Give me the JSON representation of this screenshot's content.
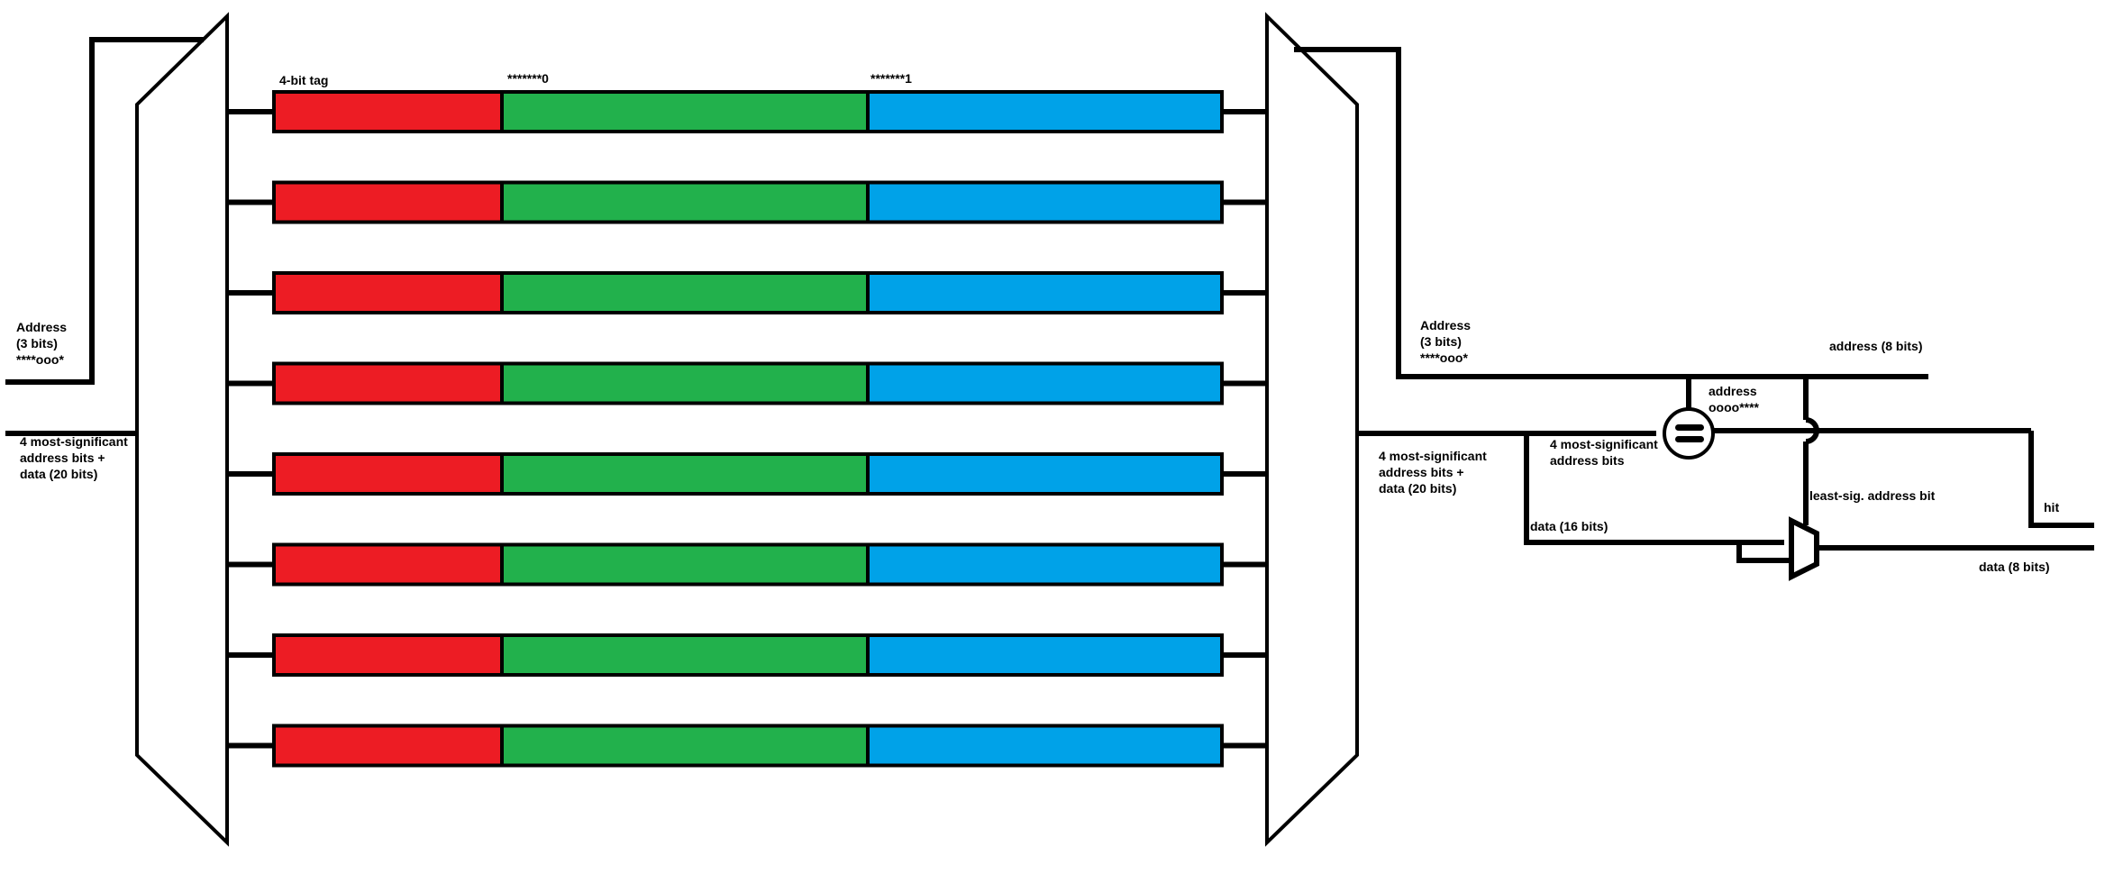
{
  "colors": {
    "tag": "#ed1c24",
    "word0": "#22b14c",
    "word1": "#00a2e8",
    "line": "#000000",
    "background": "#ffffff"
  },
  "cache": {
    "rows": 8,
    "tag_label": "4-bit tag",
    "word0_label": "*******0",
    "word1_label": "*******1"
  },
  "left_mux": {
    "address_label": [
      "Address",
      "(3 bits)",
      "****ooo*"
    ],
    "input_label": [
      "4 most-significant",
      "address bits +",
      "data (20 bits)"
    ]
  },
  "right_mux": {
    "address_label": [
      "Address",
      "(3 bits)",
      "****ooo*"
    ],
    "output_label": [
      "4 most-significant",
      "address bits +",
      "data (20 bits)"
    ]
  },
  "compare": {
    "address_label": "address (8 bits)",
    "tag_address_label": [
      "address",
      "oooo****"
    ],
    "msb_label": [
      "4 most-significant",
      "address bits"
    ],
    "data16_label": "data (16 bits)",
    "lsb_label": "least-sig. address bit",
    "hit_label": "hit",
    "data8_label": "data (8 bits)"
  }
}
